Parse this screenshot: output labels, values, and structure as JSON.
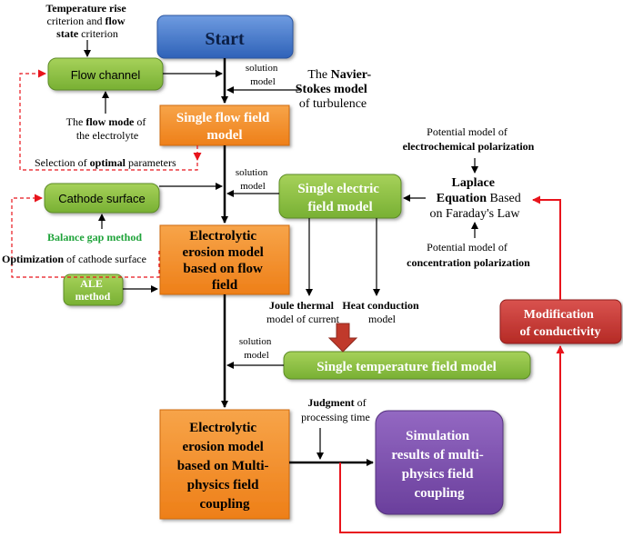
{
  "colors": {
    "blue": "#3a6fc4",
    "orange": "#f28c28",
    "green": "#8cbf3f",
    "purple": "#7a4fa8",
    "red_box": "#c9302c",
    "red_arrow": "#e8141c",
    "dark_red_arrow": "#c0392b",
    "green_text": "#1fa33a"
  },
  "boxes": {
    "start": "Start",
    "flow_channel": "Flow channel",
    "single_flow_field": [
      "Single flow field",
      "model"
    ],
    "cathode_surface": "Cathode surface",
    "erosion_flow": [
      "Electrolytic",
      "erosion model",
      "based on flow",
      "field"
    ],
    "ale": [
      "ALE",
      "method"
    ],
    "single_electric": [
      "Single electric",
      "field model"
    ],
    "single_temperature": "Single  temperature field model",
    "erosion_multi": [
      "Electrolytic",
      "erosion model",
      "based  on Multi-",
      "physics field",
      "coupling"
    ],
    "simulation": [
      "Simulation",
      "results of multi-",
      "physics field",
      "coupling"
    ],
    "conductivity": [
      "Modification",
      "of conductivity"
    ]
  },
  "labels": {
    "temp_rise": {
      "b1": "Temperature rise",
      "l2": "criterion and ",
      "b2": "flow",
      "b3": "state",
      "l3": " criterion"
    },
    "solution_model_1": [
      "solution",
      "model"
    ],
    "navier": {
      "l1a": "The ",
      "b1": "Navier-",
      "b2": "Stokes model",
      "l3": "of turbulence"
    },
    "flow_mode": {
      "l1a": "The ",
      "b1": "flow mode",
      "l1b": " of",
      "l2": "the electrolyte"
    },
    "selection": {
      "l1a": "Selection of ",
      "b1": "optimal",
      "l1b": " parameters"
    },
    "solution_model_2": [
      "solution",
      "model"
    ],
    "balance_gap": "Balance gap method",
    "optimization": {
      "b1": "Optimization",
      "l1": " of cathode surface"
    },
    "potential_electrochem": {
      "l1": "Potential model of",
      "b2": "electrochemical polarization"
    },
    "laplace": {
      "b1": "Laplace",
      "b2": "Equation",
      "l2": " Based",
      "l3": "on Faraday's Law"
    },
    "potential_conc": {
      "l1": "Potential model of",
      "b2": "concentration polarization"
    },
    "joule": {
      "b1": "Joule thermal",
      "l2": "model of current"
    },
    "heat": {
      "b1": "Heat conduction",
      "l2": "model"
    },
    "solution_model_3": [
      "solution",
      "model"
    ],
    "judgment": {
      "b1": "Judgment",
      "l1": " of",
      "l2": "processing time"
    }
  }
}
